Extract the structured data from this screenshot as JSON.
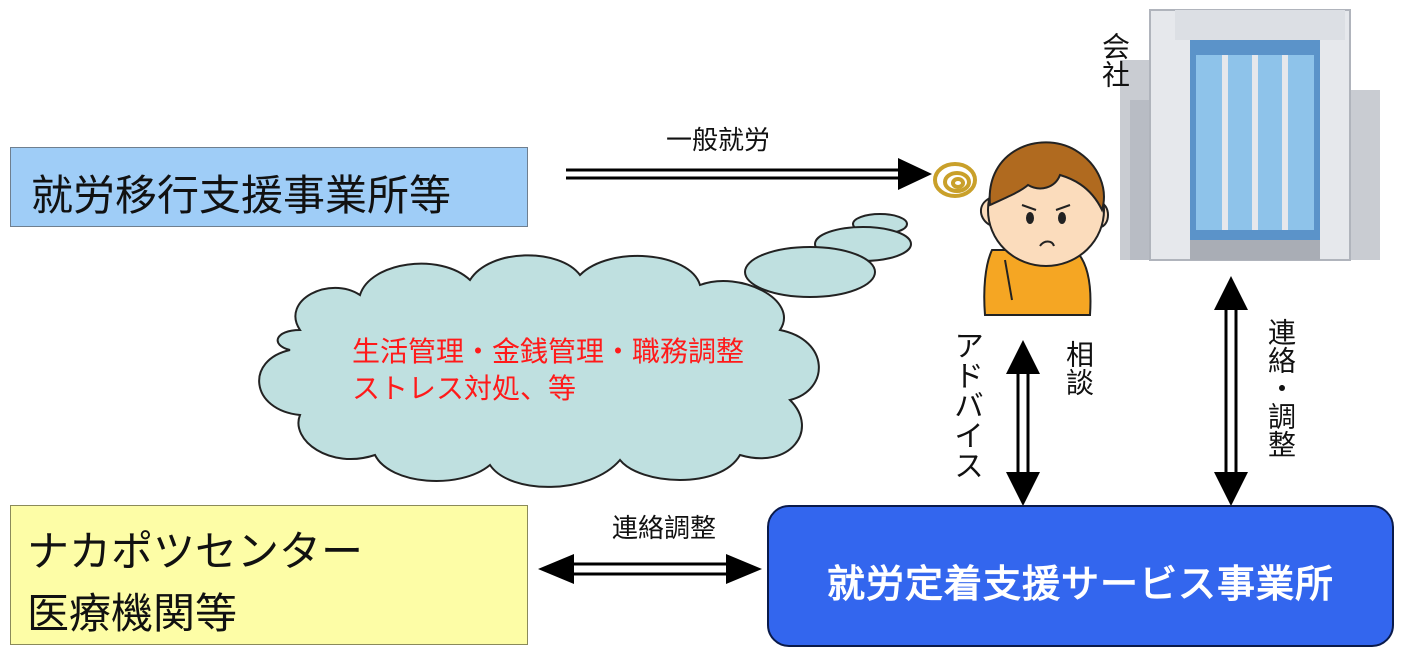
{
  "boxes": {
    "transition": "就労移行支援事業所等",
    "nakapotsu_line1": "ナカポツセンター",
    "nakapotsu_line2": "医療機関等",
    "service": "就労定着支援サービス事業所"
  },
  "labels": {
    "general_employment": "一般就労",
    "company": "会社",
    "consultation": "相談",
    "advice": "アドバイス",
    "contact_adjust_vertical": "連絡・調整",
    "contact_adjust_horizontal": "連絡調整"
  },
  "cloud": {
    "line1": "生活管理・金銭管理・職務調整",
    "line2": "ストレス対処、等"
  },
  "colors": {
    "transition_box": "#9fcdf7",
    "nakapotsu_box": "#fdfda6",
    "service_box": "#3366ee",
    "cloud_fill": "#bfe0e0",
    "cloud_text": "#ff1a1a"
  },
  "icons": [
    "worried-person-icon",
    "office-building-icon"
  ]
}
